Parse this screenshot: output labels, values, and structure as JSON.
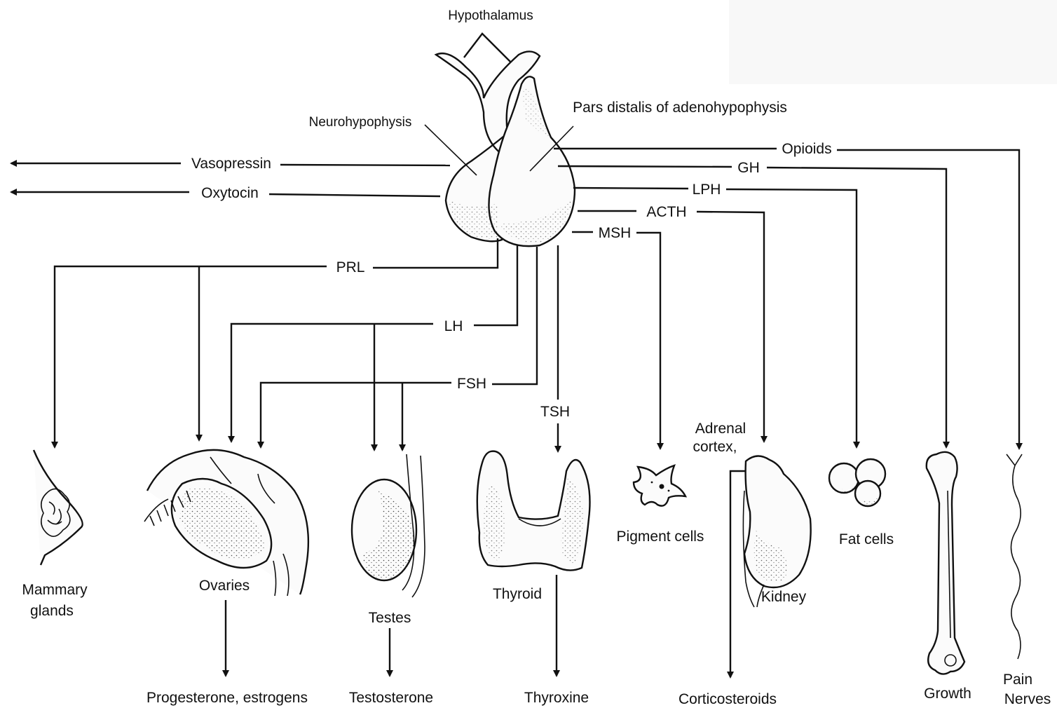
{
  "pituitary": {
    "hypothalamus": "Hypothalamus",
    "neurohypophysis": "Neurohypophysis",
    "adenohypophysis": "Pars distalis of adenohypophysis"
  },
  "hormones": {
    "vasopressin": "Vasopressin",
    "oxytocin": "Oxytocin",
    "opioids": "Opioids",
    "gh": "GH",
    "lph": "LPH",
    "acth": "ACTH",
    "msh": "MSH",
    "prl": "PRL",
    "lh": "LH",
    "fsh": "FSH",
    "tsh": "TSH"
  },
  "targets": {
    "mammary_line1": "Mammary",
    "mammary_line2": "glands",
    "ovaries": "Ovaries",
    "testes": "Testes",
    "thyroid": "Thyroid",
    "pigment": "Pigment cells",
    "adrenal_line1": "Adrenal",
    "adrenal_line2": "cortex,",
    "kidney": "Kidney",
    "fat": "Fat cells",
    "growth": "Growth",
    "pain": "Pain",
    "nerves": "Nerves"
  },
  "products": {
    "ovaries": "Progesterone, estrogens",
    "testes": "Testosterone",
    "thyroid": "Thyroxine",
    "adrenal": "Corticosteroids"
  }
}
